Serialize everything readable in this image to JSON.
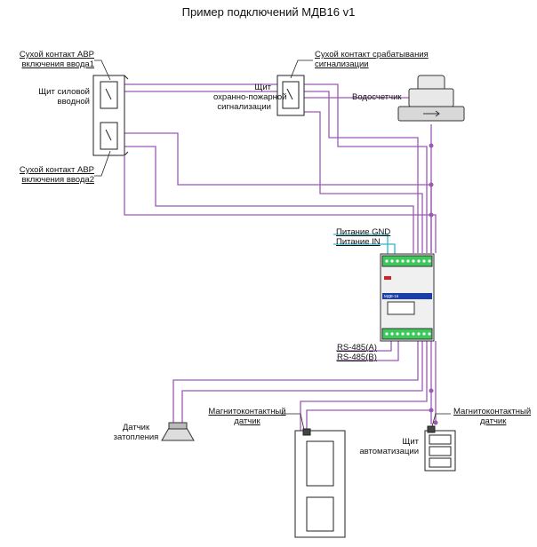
{
  "title": "Пример  подключений МДВ16 v1",
  "labels": {
    "avr1": [
      "Сухой контакт АВР",
      "включения ввода1"
    ],
    "power_board": [
      "Щит силовой",
      "вводной"
    ],
    "avr2": [
      "Сухой контакт АВР",
      "включения ввода2"
    ],
    "alarm_contact": [
      "Сухой контакт срабатывания",
      "сигнализации"
    ],
    "fire_board": [
      "Щит",
      "охранно-пожарной",
      "сигнализации"
    ],
    "water_meter": "Водосчетчик",
    "power_gnd": "Питание GND",
    "power_in": "Питание IN",
    "rs485a": "RS-485(A)",
    "rs485b": "RS-485(B)",
    "flood_sensor": [
      "Датчик",
      "затопления"
    ],
    "magnet_sensor_1": [
      "Магнитоконтактный",
      "датчик"
    ],
    "magnet_sensor_2": [
      "Магнитоконтактный",
      "датчик"
    ],
    "automation_board": [
      "Щит",
      "автоматизации"
    ],
    "module_name": "МДВ-16"
  },
  "colors": {
    "wire": "#9b59b6",
    "wire_cyan": "#2bb7c9",
    "terminal_green": "#3cc85a",
    "module_blue": "#1a3fa8",
    "module_red": "#d0202a",
    "outline": "#222222"
  }
}
